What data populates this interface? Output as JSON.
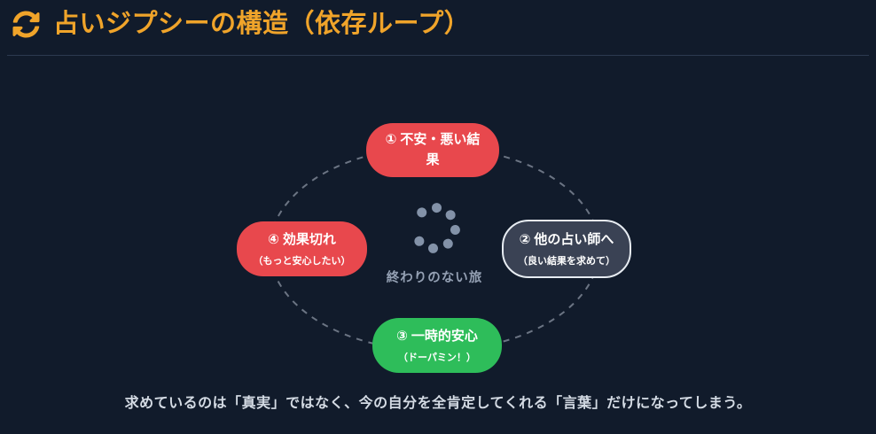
{
  "header": {
    "title": "占いジプシーの構造（依存ループ）",
    "icon": "sync-icon",
    "accent_color": "#f0a42a"
  },
  "diagram": {
    "type": "cycle",
    "dash_color": "#8a93a1",
    "nodes": [
      {
        "order": "1",
        "label": "① 不安・悪い結果",
        "sublabel": "",
        "color": "#e8484d",
        "text_color": "#ffffff"
      },
      {
        "order": "2",
        "label": "② 他の占い師へ",
        "sublabel": "（良い結果を求めて）",
        "color": "#3a4254",
        "border_color": "#e7ecf2",
        "text_color": "#ffffff"
      },
      {
        "order": "3",
        "label": "③ 一時的安心",
        "sublabel": "（ドーパミン！）",
        "color": "#2ebd5a",
        "text_color": "#ffffff"
      },
      {
        "order": "4",
        "label": "④ 効果切れ",
        "sublabel": "（もっと安心したい）",
        "color": "#e8484d",
        "text_color": "#ffffff"
      }
    ],
    "center": {
      "label": "終わりのない旅",
      "spinner_icon": "loading-spinner",
      "spinner_color": "#8d9cb3"
    }
  },
  "caption": {
    "text": "求めているのは「真実」ではなく、今の自分を全肯定してくれる「言葉」だけになってしまう。"
  },
  "colors": {
    "background": "#111b2b",
    "divider": "#2c3a50",
    "caption_text": "#d4dbe4"
  }
}
